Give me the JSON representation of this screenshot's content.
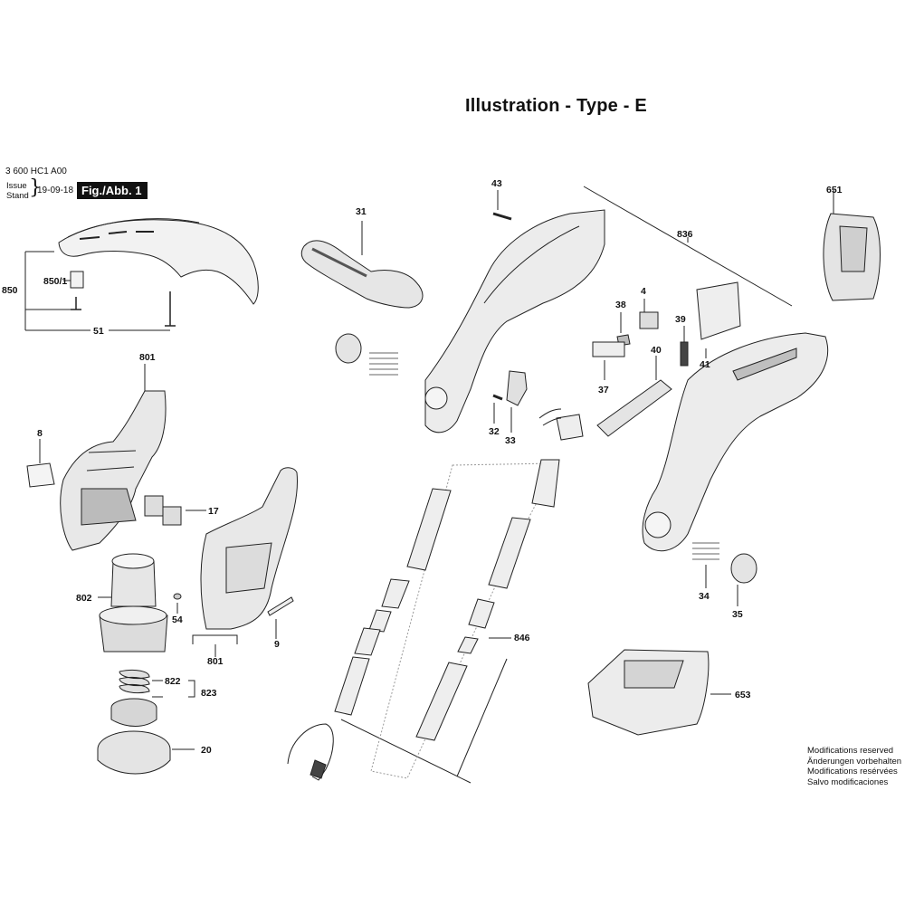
{
  "title": "Illustration - Type - E",
  "header": {
    "part_number": "3 600 HC1 A00",
    "issue_label_line1": "Issue",
    "issue_label_line2": "Stand",
    "brace": "}",
    "issue_date": "19-09-18",
    "figure_label": "Fig./Abb. 1"
  },
  "part_labels": {
    "p850_1": "850/1",
    "p850": "850",
    "p51": "51",
    "p801_top": "801",
    "p8": "8",
    "p17": "17",
    "p802": "802",
    "p54": "54",
    "p801_bottom": "801",
    "p9": "9",
    "p822": "822",
    "p823": "823",
    "p20": "20",
    "p31": "31",
    "p43": "43",
    "p836": "836",
    "p651": "651",
    "p38": "38",
    "p4": "4",
    "p39": "39",
    "p40": "40",
    "p41": "41",
    "p37": "37",
    "p32": "32",
    "p33": "33",
    "p846": "846",
    "p34": "34",
    "p35": "35",
    "p653": "653"
  },
  "notes": [
    "Modifications reserved",
    "Änderungen vorbehalten",
    "Modifications resérvées",
    "Salvo modificaciones"
  ],
  "colors": {
    "line": "#222222",
    "part_fill": "#ececec",
    "dark_part": "#4a4a4a",
    "background": "#ffffff"
  }
}
